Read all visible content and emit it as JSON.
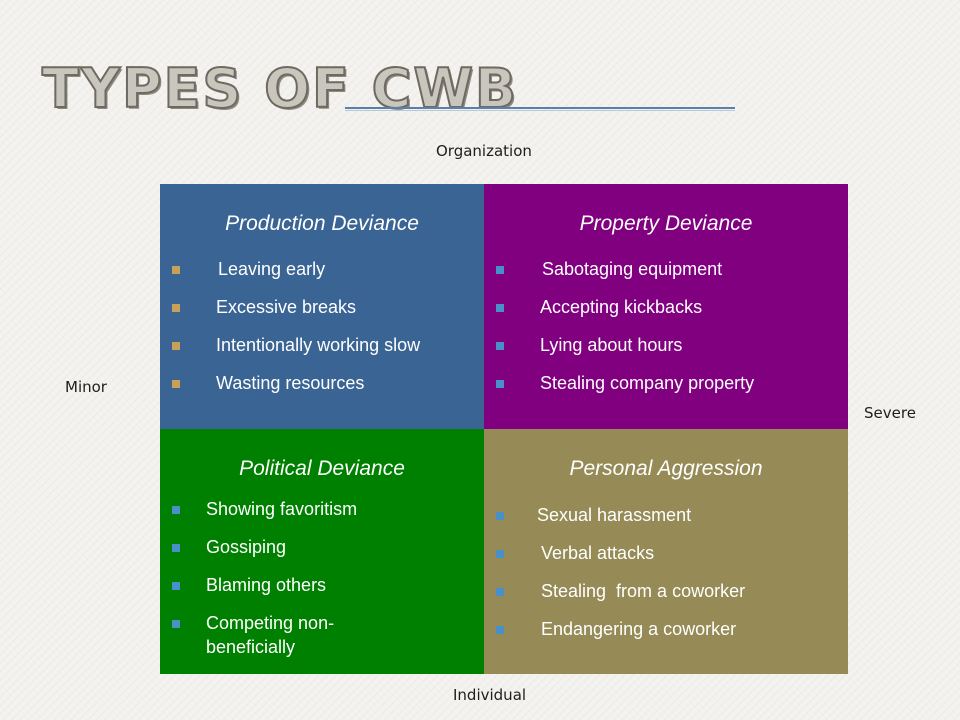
{
  "title": "Types of CWB",
  "axes": {
    "top": "Organization",
    "bottom": "Individual",
    "left": "Minor",
    "right": "Severe"
  },
  "quadrants": {
    "production": {
      "title": "Production Deviance",
      "color": "#3a6494",
      "bullet_color": "#c7a05a",
      "items": [
        "Leaving early",
        "Excessive breaks",
        "Intentionally working slow",
        "Wasting resources"
      ]
    },
    "property": {
      "title": "Property Deviance",
      "color": "#800080",
      "bullet_color": "#4a90c8",
      "items": [
        "Sabotaging equipment",
        "Accepting kickbacks",
        "Lying about hours",
        "Stealing company property"
      ]
    },
    "political": {
      "title": "Political Deviance",
      "color": "#008000",
      "bullet_color": "#4a90c8",
      "items": [
        "Showing favoritism",
        "Gossiping",
        "Blaming others",
        "Competing non-",
        "beneficially"
      ]
    },
    "personal": {
      "title": "Personal Aggression",
      "color": "#968b56",
      "bullet_color": "#4a90c8",
      "items": [
        "Sexual harassment",
        "Verbal attacks",
        "Stealing  from a coworker",
        "Endangering a coworker"
      ]
    }
  }
}
